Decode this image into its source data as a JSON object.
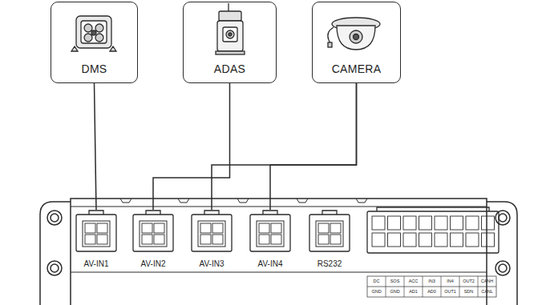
{
  "diagram": {
    "nodes": [
      {
        "text": [
          "DMS"
        ]
      },
      {
        "text": [
          "ADAS"
        ]
      },
      {
        "text": [
          "CAMERA"
        ]
      },
      {
        "text": [
          "AV-IN1"
        ]
      },
      {
        "text": [
          "AV-IN2"
        ]
      },
      {
        "text": [
          "AV-IN3"
        ]
      },
      {
        "text": [
          "AV-IN4"
        ]
      },
      {
        "text": [
          "RS232"
        ]
      }
    ],
    "edges": [
      {
        "from": 0,
        "to": 3,
        "arrow": "none"
      },
      {
        "from": 1,
        "to": 4,
        "arrow": "none"
      },
      {
        "from": 2,
        "to": 5,
        "arrow": "none"
      },
      {
        "from": 2,
        "to": 6,
        "arrow": "none"
      }
    ],
    "labels": [
      "DC",
      "SOS",
      "ACC",
      "IN3",
      "IN4",
      "OUT2",
      "CANH",
      "GND",
      "GND",
      "AD1",
      "AD0",
      "OUT1",
      "SDN",
      "CANL"
    ]
  }
}
